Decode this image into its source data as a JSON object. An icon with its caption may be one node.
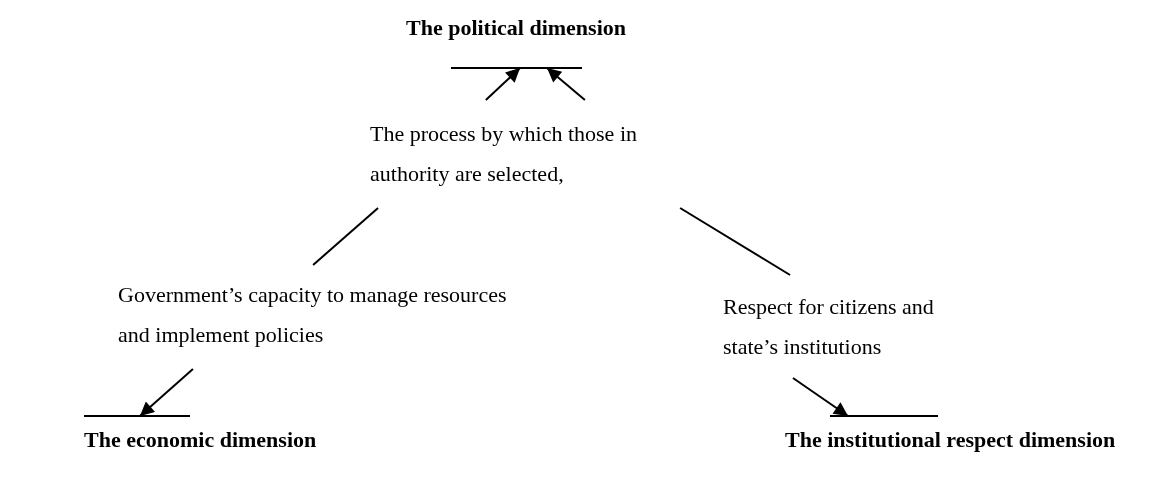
{
  "diagram": {
    "nodes": [
      {
        "text": [],
        "shape": "bar",
        "beside": [
          "The political dimension"
        ]
      },
      {
        "text": [
          "The process by which those in authority are selected,"
        ]
      },
      {
        "text": [
          "Government’s capacity to manage resources and implement policies"
        ]
      },
      {
        "text": [
          "Respect for citizens and state’s institutions"
        ]
      },
      {
        "text": [],
        "shape": "bar",
        "beside": [
          "The economic dimension"
        ]
      },
      {
        "text": [],
        "shape": "bar",
        "beside": [
          "The institutional respect dimension"
        ]
      }
    ],
    "edges": [
      {
        "from": 1,
        "to": 0,
        "arrow": "to"
      },
      {
        "from": 1,
        "to": 0,
        "arrow": "to"
      },
      {
        "from": 1,
        "to": 2,
        "arrow": "none"
      },
      {
        "from": 1,
        "to": 3,
        "arrow": "none"
      },
      {
        "from": 2,
        "to": 4,
        "arrow": "to"
      },
      {
        "from": 3,
        "to": 5,
        "arrow": "to"
      }
    ]
  }
}
